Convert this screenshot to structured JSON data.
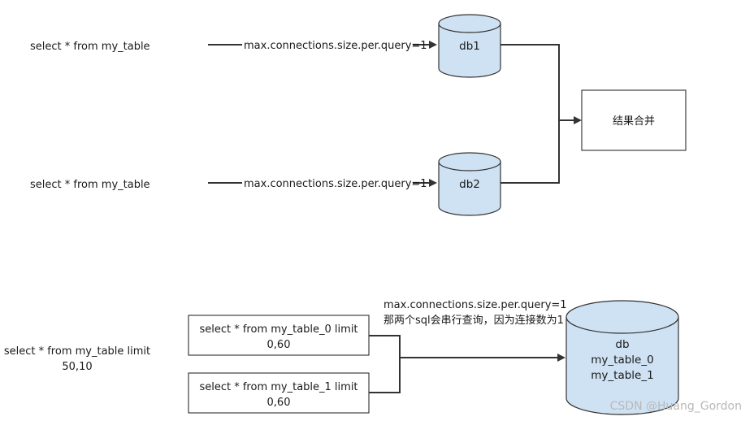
{
  "top_section": {
    "query1": "select * from my_table",
    "query2": "select * from my_table",
    "edge1_label": "max.connections.size.per.query=1",
    "edge2_label": "max.connections.size.per.query=1",
    "db1": "db1",
    "db2": "db2",
    "merge": "结果合并"
  },
  "bottom_section": {
    "source_query_line1": "select * from my_table limit",
    "source_query_line2": "50,10",
    "sub_query_a_line1": "select * from my_table_0 limit",
    "sub_query_a_line2": "0,60",
    "sub_query_b_line1": "select * from my_table_1 limit",
    "sub_query_b_line2": "0,60",
    "note_line1": "max.connections.size.per.query=1",
    "note_line2": "那两个sql会串行查询，因为连接数为1",
    "db_label": "db",
    "db_table_a": "my_table_0",
    "db_table_b": "my_table_1"
  },
  "watermark": "CSDN @Huang_Gordon"
}
